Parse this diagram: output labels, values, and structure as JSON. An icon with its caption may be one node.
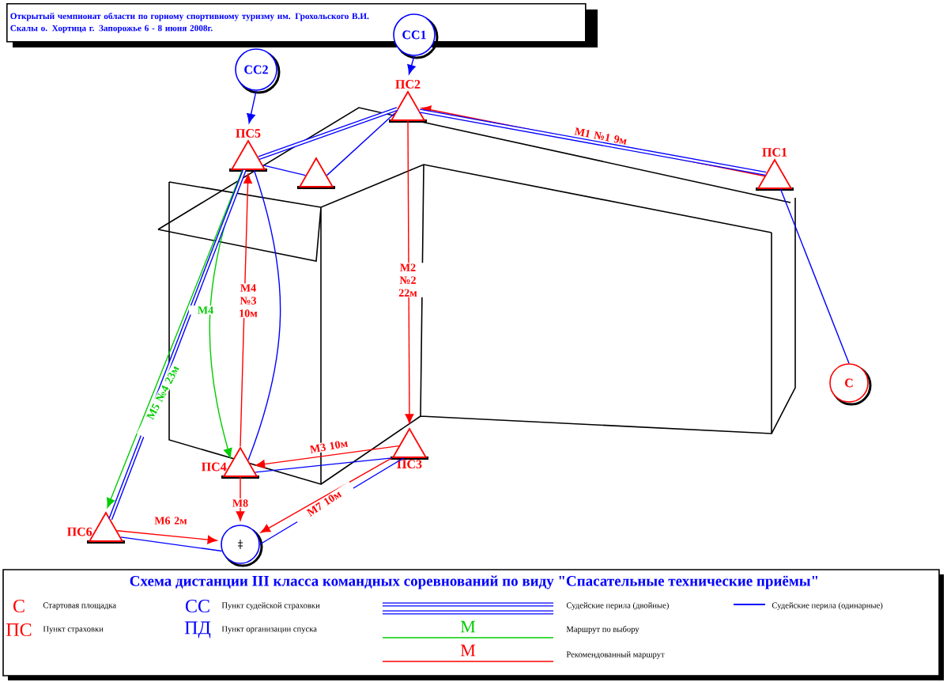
{
  "diagram": {
    "caption": "Схема дистанции III класса командных соревнований по виду \"Спасательные технические приёмы\"",
    "nodes": [
      {
        "text": [
          "Открытый чемпионат области по горному спортивному туризму им. Грохольского В.И.",
          "Скалы о. Хортица г. Запорожье 6 - 8 июня 2008г."
        ]
      },
      {
        "text": [
          "СС1"
        ]
      },
      {
        "text": [
          "СС2"
        ]
      },
      {
        "text": [
          "ПС2"
        ]
      },
      {
        "text": [
          "ПС5"
        ]
      },
      {
        "text": [],
        "shape": "triangle"
      },
      {
        "text": [
          "ПС1"
        ]
      },
      {
        "text": [
          "С"
        ]
      },
      {
        "text": [
          "ПС3"
        ]
      },
      {
        "text": [
          "ПС4"
        ]
      },
      {
        "text": [
          "ПС6"
        ]
      },
      {
        "text": [],
        "shape": "circle"
      }
    ],
    "edges": [
      {
        "from": 1,
        "to": 3,
        "arrow": "to"
      },
      {
        "from": 2,
        "to": 4,
        "arrow": "to"
      },
      {
        "from": 6,
        "to": 3,
        "arrow": "to",
        "color": "#ff0000",
        "label": "М1 №1 9м"
      },
      {
        "from": 3,
        "to": 8,
        "arrow": "to",
        "color": "#ff0000",
        "label": "М2 №2 22м"
      },
      {
        "from": 8,
        "to": 9,
        "arrow": "to",
        "color": "#ff0000",
        "label": "М3 10м"
      },
      {
        "from": 9,
        "to": 4,
        "arrow": "to",
        "color": "#ff0000",
        "label": "М4 №3 10м"
      },
      {
        "from": 4,
        "to": 9,
        "arrow": "to",
        "color": "#00cc00",
        "label": "М4"
      },
      {
        "from": 4,
        "to": 10,
        "arrow": "to",
        "color": "#00cc00",
        "label": "М5 №4 23м"
      },
      {
        "from": 10,
        "to": 11,
        "arrow": "to",
        "color": "#ff0000",
        "label": "М6 2м"
      },
      {
        "from": 8,
        "to": 11,
        "arrow": "to",
        "color": "#ff0000",
        "label": "М7 10м"
      },
      {
        "from": 9,
        "to": 11,
        "arrow": "to",
        "color": "#ff0000",
        "label": "М8"
      },
      {
        "from": 6,
        "to": 7,
        "arrow": "none"
      },
      {
        "from": 6,
        "to": 3,
        "arrow": "none",
        "style": "thick"
      },
      {
        "from": 3,
        "to": 4,
        "arrow": "none",
        "style": "thick"
      },
      {
        "from": 4,
        "to": 5,
        "arrow": "none"
      },
      {
        "from": 5,
        "to": 3,
        "arrow": "none"
      },
      {
        "from": 4,
        "to": 10,
        "arrow": "none",
        "style": "thick"
      },
      {
        "from": 4,
        "to": 9,
        "arrow": "none"
      },
      {
        "from": 8,
        "to": 9,
        "arrow": "none"
      },
      {
        "from": 8,
        "to": 11,
        "arrow": "none"
      },
      {
        "from": 10,
        "to": 11,
        "arrow": "none"
      }
    ],
    "labels": [
      "С",
      "СС",
      "ПС",
      "ПД",
      "М",
      "М"
    ],
    "legend": [
      {
        "text": "Стартовая площадка"
      },
      {
        "text": "Пункт судейской страховки"
      },
      {
        "text": "Судейские перила (двойные)"
      },
      {
        "text": "Судейские перила (одинарные)"
      },
      {
        "text": "Пункт страховки"
      },
      {
        "text": "Пункт организации спуска"
      },
      {
        "text": "Маршрут по выбору"
      },
      {
        "text": "Рекомендованный маршрут"
      }
    ]
  }
}
